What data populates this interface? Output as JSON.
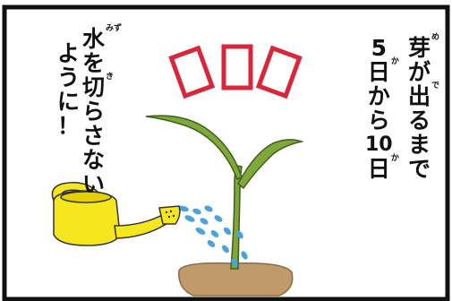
{
  "left_caption": {
    "col1": [
      {
        "char": "水",
        "ruby": "みず"
      },
      {
        "char": "を"
      },
      {
        "char": "切",
        "ruby": "き"
      },
      {
        "char": "ら"
      },
      {
        "char": "さ"
      },
      {
        "char": "な"
      },
      {
        "char": "い"
      }
    ],
    "col2": [
      {
        "char": "よ"
      },
      {
        "char": "う"
      },
      {
        "char": "に"
      },
      {
        "char": "！"
      }
    ]
  },
  "right_caption": {
    "col1": [
      {
        "char": "芽",
        "ruby": "め"
      },
      {
        "char": "が"
      },
      {
        "char": "出",
        "ruby": "で"
      },
      {
        "char": "る"
      },
      {
        "char": "ま"
      },
      {
        "char": "で"
      }
    ],
    "col2": [
      {
        "char": "5"
      },
      {
        "char": "日",
        "ruby": "か"
      },
      {
        "char": "か"
      },
      {
        "char": "ら"
      },
      {
        "char": "10"
      },
      {
        "char": "日",
        "ruby": "か"
      }
    ]
  },
  "colors": {
    "border": "#111111",
    "leaf": "#7fa83a",
    "soil": "#c19a6b",
    "water": "#4aa3df",
    "can": "#f5e61e",
    "label_border": "#d9263a"
  },
  "icons": [
    "watering-can-icon",
    "sprout-icon",
    "water-drops-icon",
    "soil-icon",
    "red-labels-icon"
  ]
}
